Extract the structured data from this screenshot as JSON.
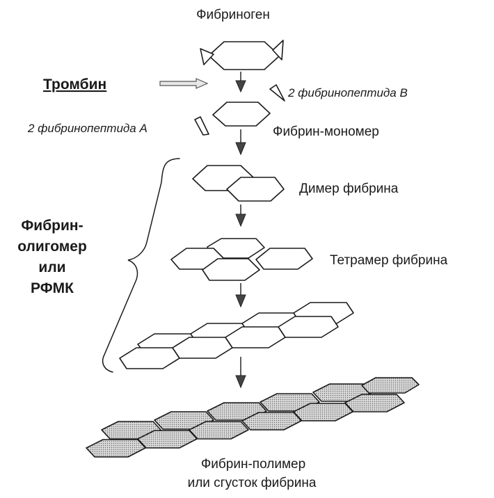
{
  "labels": {
    "fibrinogen": "Фибриноген",
    "thrombin": "Тромбин",
    "fibrinopeptide_b": "2 фибринопептида В",
    "fibrinopeptide_a": "2 фибринопептида А",
    "fibrin_monomer": "Фибрин-мономер",
    "fibrin_dimer": "Димер фибрина",
    "fibrin_tetramer": "Тетрамер фибрина",
    "oligomer_line1": "Фибрин-",
    "oligomer_line2": "олигомер",
    "oligomer_line3": "или",
    "oligomer_line4": "РФМК",
    "polymer_line1": "Фибрин-полимер",
    "polymer_line2": "или сгусток фибрина"
  },
  "colors": {
    "stroke": "#1a1a1a",
    "text": "#1a1a1a",
    "dot_fill": "#bdbdbd",
    "arrow": "#444444"
  }
}
